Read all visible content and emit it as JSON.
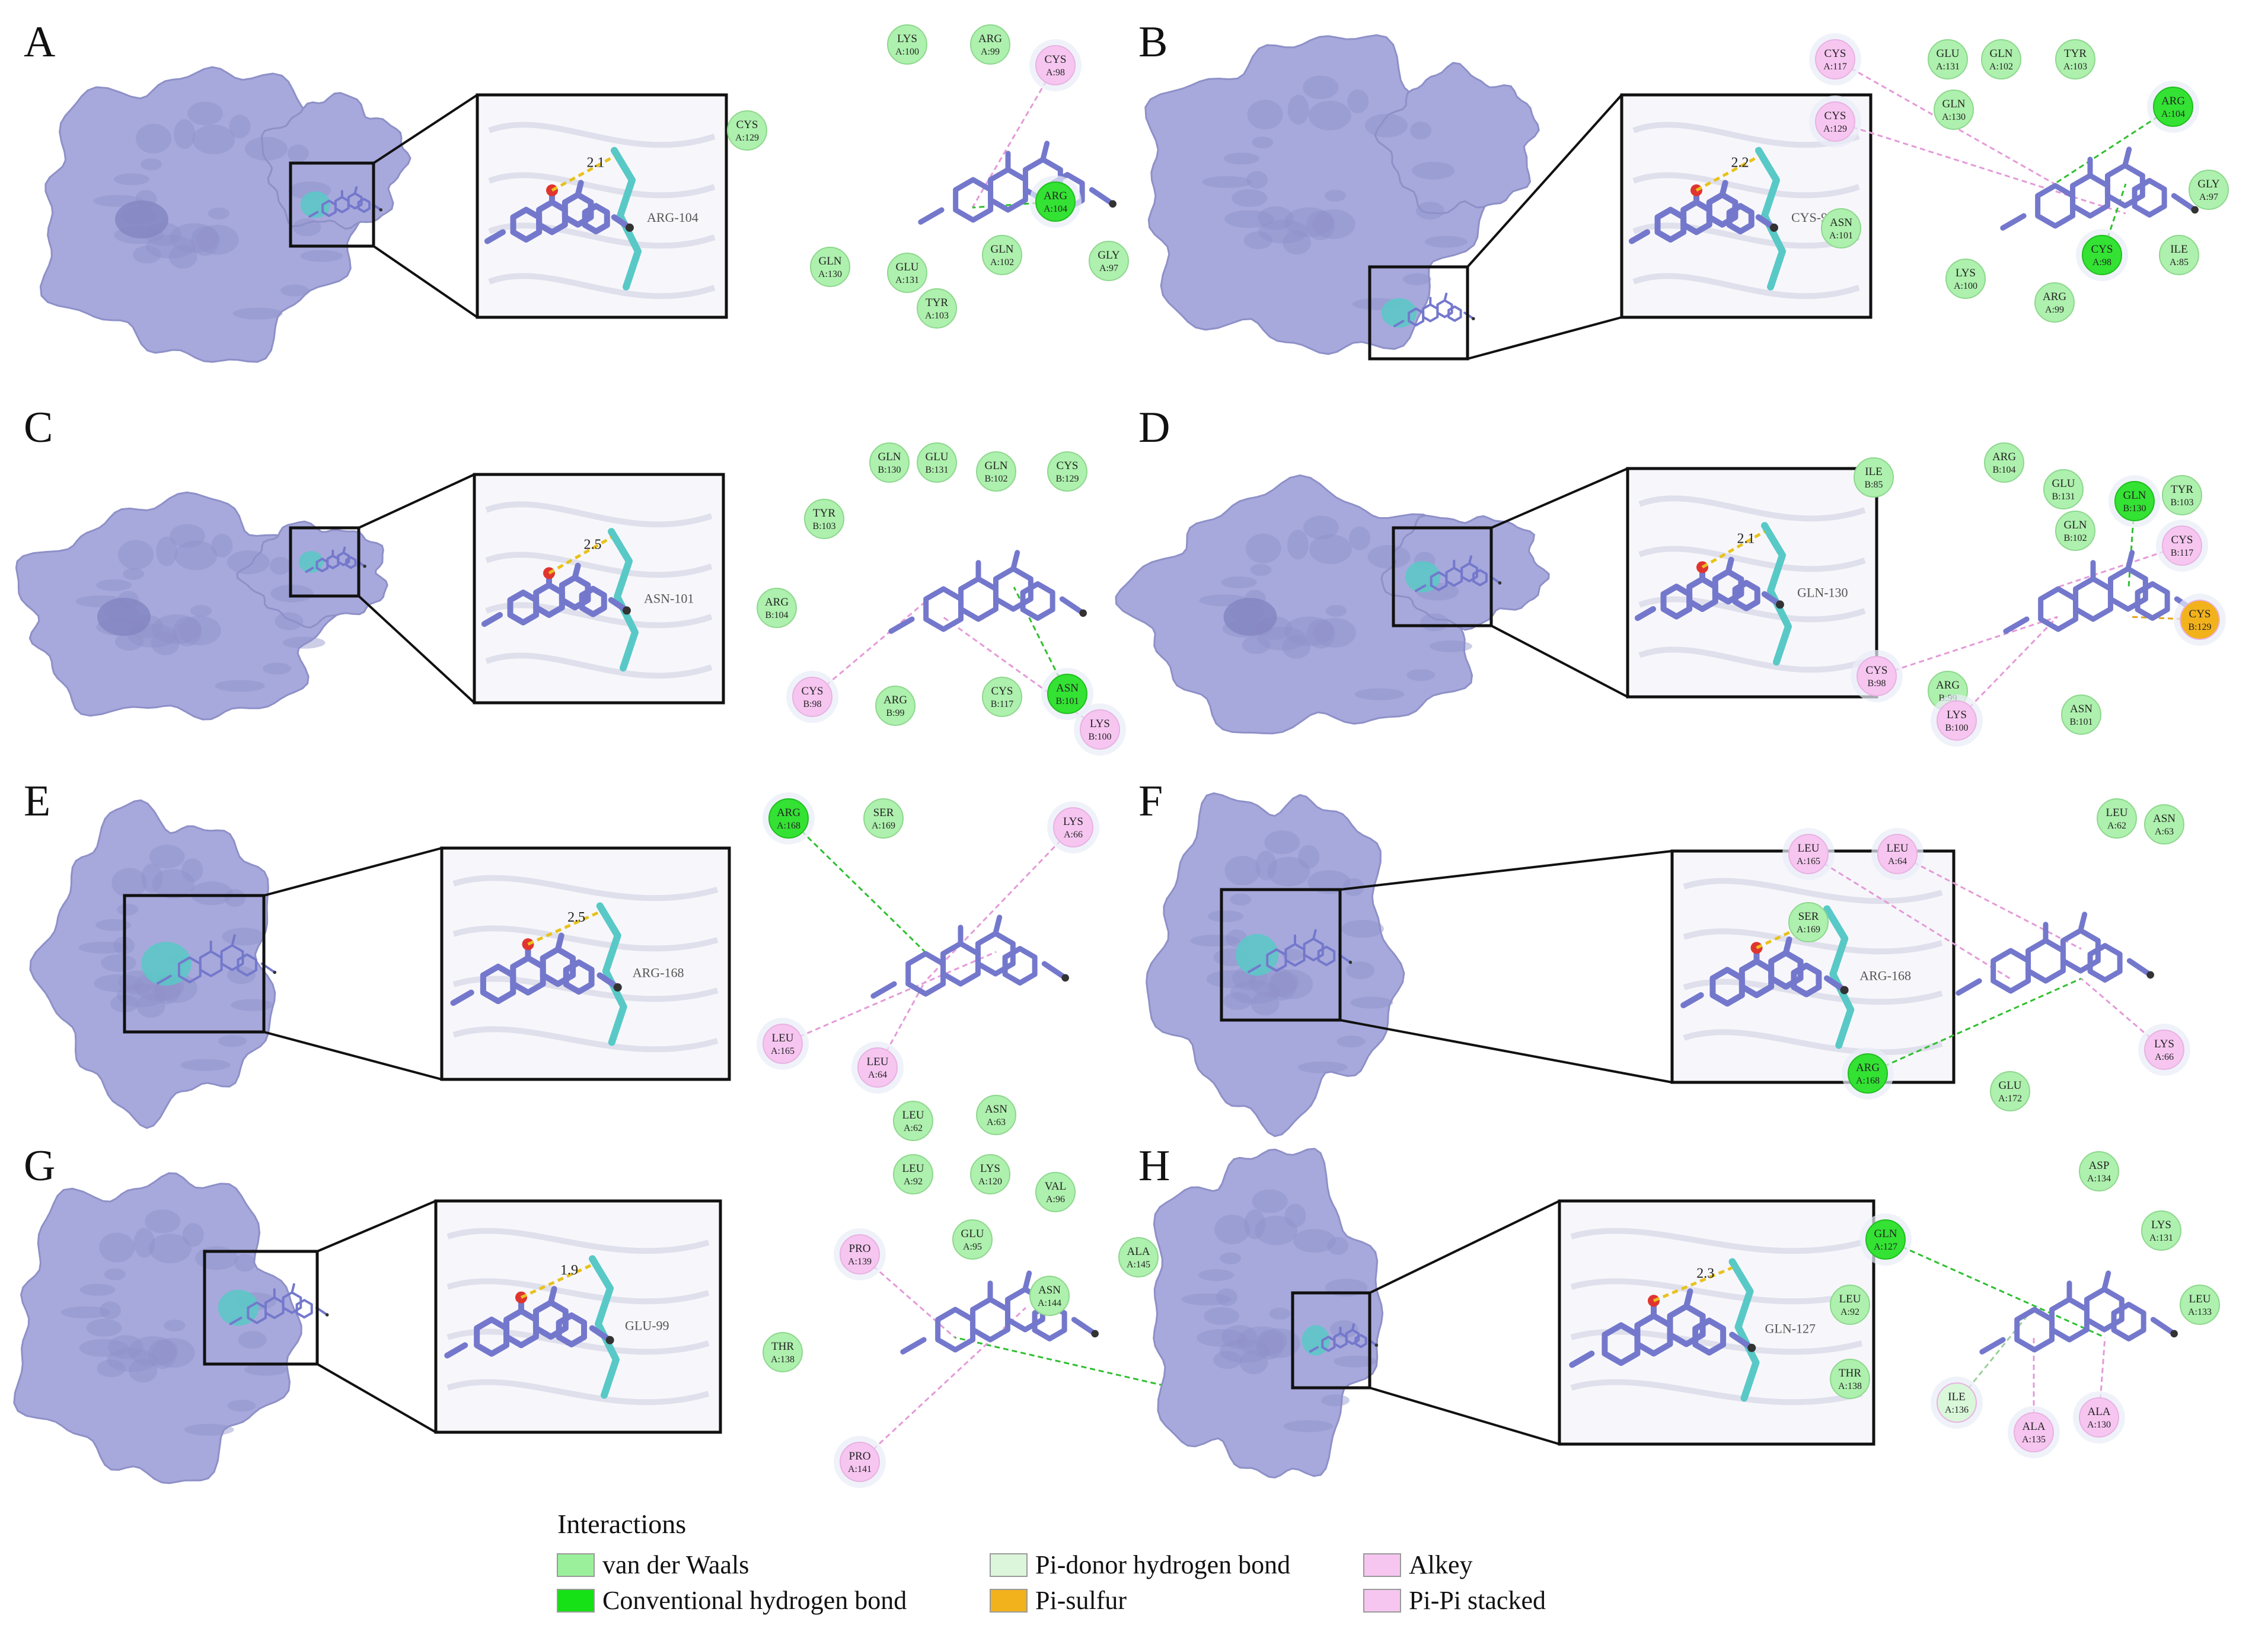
{
  "colors": {
    "surface": "#a7a9dc",
    "surface_dark": "#8e90c8",
    "ligand": "#7478cc",
    "residue": "#58c9c6",
    "hbond": "#e8c21c",
    "oxygen": "#e0352e",
    "vdw_fill": "#aef0ae",
    "vdw_stroke": "#8ed88e",
    "hbond_fill": "#33e233",
    "alkyl_fill": "#f6c6f0",
    "pisulfur_fill": "#f2b21c",
    "pidonor_fill": "#d9f7d9"
  },
  "panels": [
    {
      "letter": "A",
      "zoom_residue": "ARG-104",
      "distance": "2.1",
      "residues": [
        {
          "name": "LYS",
          "id": "A:100",
          "type": "vdw"
        },
        {
          "name": "ARG",
          "id": "A:99",
          "type": "vdw"
        },
        {
          "name": "CYS",
          "id": "A:98",
          "type": "alkyl"
        },
        {
          "name": "CYS",
          "id": "A:129",
          "type": "vdw"
        },
        {
          "name": "ARG",
          "id": "A:104",
          "type": "hbond"
        },
        {
          "name": "GLY",
          "id": "A:97",
          "type": "vdw"
        },
        {
          "name": "GLN",
          "id": "A:102",
          "type": "vdw"
        },
        {
          "name": "GLU",
          "id": "A:131",
          "type": "vdw"
        },
        {
          "name": "GLN",
          "id": "A:130",
          "type": "vdw"
        },
        {
          "name": "TYR",
          "id": "A:103",
          "type": "vdw"
        }
      ]
    },
    {
      "letter": "B",
      "zoom_residue": "CYS-98",
      "distance": "2.2",
      "residues": [
        {
          "name": "CYS",
          "id": "A:117",
          "type": "alkyl"
        },
        {
          "name": "GLU",
          "id": "A:131",
          "type": "vdw"
        },
        {
          "name": "GLN",
          "id": "A:102",
          "type": "vdw"
        },
        {
          "name": "TYR",
          "id": "A:103",
          "type": "vdw"
        },
        {
          "name": "GLN",
          "id": "A:130",
          "type": "vdw"
        },
        {
          "name": "CYS",
          "id": "A:129",
          "type": "alkyl"
        },
        {
          "name": "ARG",
          "id": "A:104",
          "type": "hbond"
        },
        {
          "name": "GLY",
          "id": "A:97",
          "type": "vdw"
        },
        {
          "name": "ASN",
          "id": "A:101",
          "type": "vdw"
        },
        {
          "name": "CYS",
          "id": "A:98",
          "type": "hbond"
        },
        {
          "name": "ILE",
          "id": "A:85",
          "type": "vdw"
        },
        {
          "name": "LYS",
          "id": "A:100",
          "type": "vdw"
        },
        {
          "name": "ARG",
          "id": "A:99",
          "type": "vdw"
        }
      ]
    },
    {
      "letter": "C",
      "zoom_residue": "ASN-101",
      "distance": "2.5",
      "residues": [
        {
          "name": "GLN",
          "id": "B:130",
          "type": "vdw"
        },
        {
          "name": "GLU",
          "id": "B:131",
          "type": "vdw"
        },
        {
          "name": "GLN",
          "id": "B:102",
          "type": "vdw"
        },
        {
          "name": "CYS",
          "id": "B:129",
          "type": "vdw"
        },
        {
          "name": "TYR",
          "id": "B:103",
          "type": "vdw"
        },
        {
          "name": "ARG",
          "id": "B:104",
          "type": "vdw"
        },
        {
          "name": "CYS",
          "id": "B:98",
          "type": "alkyl"
        },
        {
          "name": "ARG",
          "id": "B:99",
          "type": "vdw"
        },
        {
          "name": "CYS",
          "id": "B:117",
          "type": "vdw"
        },
        {
          "name": "ASN",
          "id": "B:101",
          "type": "hbond"
        },
        {
          "name": "LYS",
          "id": "B:100",
          "type": "alkyl"
        }
      ]
    },
    {
      "letter": "D",
      "zoom_residue": "GLN-130",
      "distance": "2.1",
      "residues": [
        {
          "name": "ILE",
          "id": "B:85",
          "type": "vdw"
        },
        {
          "name": "ARG",
          "id": "B:104",
          "type": "vdw"
        },
        {
          "name": "GLU",
          "id": "B:131",
          "type": "vdw"
        },
        {
          "name": "GLN",
          "id": "B:130",
          "type": "hbond"
        },
        {
          "name": "TYR",
          "id": "B:103",
          "type": "vdw"
        },
        {
          "name": "GLN",
          "id": "B:102",
          "type": "vdw"
        },
        {
          "name": "CYS",
          "id": "B:117",
          "type": "alkyl"
        },
        {
          "name": "CYS",
          "id": "B:129",
          "type": "pisulfur"
        },
        {
          "name": "CYS",
          "id": "B:98",
          "type": "alkyl"
        },
        {
          "name": "ARG",
          "id": "B:99",
          "type": "vdw"
        },
        {
          "name": "LYS",
          "id": "B:100",
          "type": "alkyl"
        },
        {
          "name": "ASN",
          "id": "B:101",
          "type": "vdw"
        }
      ]
    },
    {
      "letter": "E",
      "zoom_residue": "ARG-168",
      "distance": "2.5",
      "residues": [
        {
          "name": "ARG",
          "id": "A:168",
          "type": "hbond"
        },
        {
          "name": "SER",
          "id": "A:169",
          "type": "vdw"
        },
        {
          "name": "LYS",
          "id": "A:66",
          "type": "alkyl"
        },
        {
          "name": "LEU",
          "id": "A:165",
          "type": "alkyl"
        },
        {
          "name": "LEU",
          "id": "A:64",
          "type": "alkyl"
        },
        {
          "name": "LEU",
          "id": "A:62",
          "type": "vdw"
        },
        {
          "name": "ASN",
          "id": "A:63",
          "type": "vdw"
        }
      ]
    },
    {
      "letter": "F",
      "zoom_residue": "ARG-168",
      "distance": "2.2",
      "residues": [
        {
          "name": "LEU",
          "id": "A:62",
          "type": "vdw"
        },
        {
          "name": "ASN",
          "id": "A:63",
          "type": "vdw"
        },
        {
          "name": "LEU",
          "id": "A:165",
          "type": "alkyl"
        },
        {
          "name": "LEU",
          "id": "A:64",
          "type": "alkyl"
        },
        {
          "name": "SER",
          "id": "A:169",
          "type": "vdw"
        },
        {
          "name": "ARG",
          "id": "A:168",
          "type": "hbond"
        },
        {
          "name": "GLU",
          "id": "A:172",
          "type": "vdw"
        },
        {
          "name": "LYS",
          "id": "A:66",
          "type": "alkyl"
        }
      ]
    },
    {
      "letter": "G",
      "zoom_residue": "GLU-99",
      "distance": "1.9",
      "residues": [
        {
          "name": "LEU",
          "id": "A:92",
          "type": "vdw"
        },
        {
          "name": "LYS",
          "id": "A:120",
          "type": "vdw"
        },
        {
          "name": "VAL",
          "id": "A:96",
          "type": "vdw"
        },
        {
          "name": "GLU",
          "id": "A:95",
          "type": "vdw"
        },
        {
          "name": "PRO",
          "id": "A:139",
          "type": "alkyl"
        },
        {
          "name": "ALA",
          "id": "A:145",
          "type": "vdw"
        },
        {
          "name": "ASN",
          "id": "A:144",
          "type": "vdw"
        },
        {
          "name": "THR",
          "id": "A:138",
          "type": "vdw"
        },
        {
          "name": "GLU",
          "id": "A:99",
          "type": "hbond"
        },
        {
          "name": "PRO",
          "id": "A:141",
          "type": "alkyl"
        }
      ]
    },
    {
      "letter": "H",
      "zoom_residue": "GLN-127",
      "distance": "2.3",
      "residues": [
        {
          "name": "ASP",
          "id": "A:134",
          "type": "vdw"
        },
        {
          "name": "GLN",
          "id": "A:127",
          "type": "hbond"
        },
        {
          "name": "LYS",
          "id": "A:131",
          "type": "vdw"
        },
        {
          "name": "LEU",
          "id": "A:92",
          "type": "vdw"
        },
        {
          "name": "LEU",
          "id": "A:133",
          "type": "vdw"
        },
        {
          "name": "THR",
          "id": "A:138",
          "type": "vdw"
        },
        {
          "name": "ILE",
          "id": "A:136",
          "type": "pidonor"
        },
        {
          "name": "ALA",
          "id": "A:130",
          "type": "alkyl"
        },
        {
          "name": "ALA",
          "id": "A:135",
          "type": "alkyl"
        }
      ]
    }
  ],
  "legend": {
    "title": "Interactions",
    "items": [
      {
        "label": "van der Waals",
        "color": "#9bf09b"
      },
      {
        "label": "Conventional hydrogen bond",
        "color": "#16e016"
      },
      {
        "label": "Pi-donor hydrogen bond",
        "color": "#dcf6dc"
      },
      {
        "label": "Pi-sulfur",
        "color": "#f2b21c"
      },
      {
        "label": "Alkey",
        "color": "#f6c6f0"
      },
      {
        "label": "Pi-Pi stacked",
        "color": "#f6c6f0"
      }
    ]
  }
}
